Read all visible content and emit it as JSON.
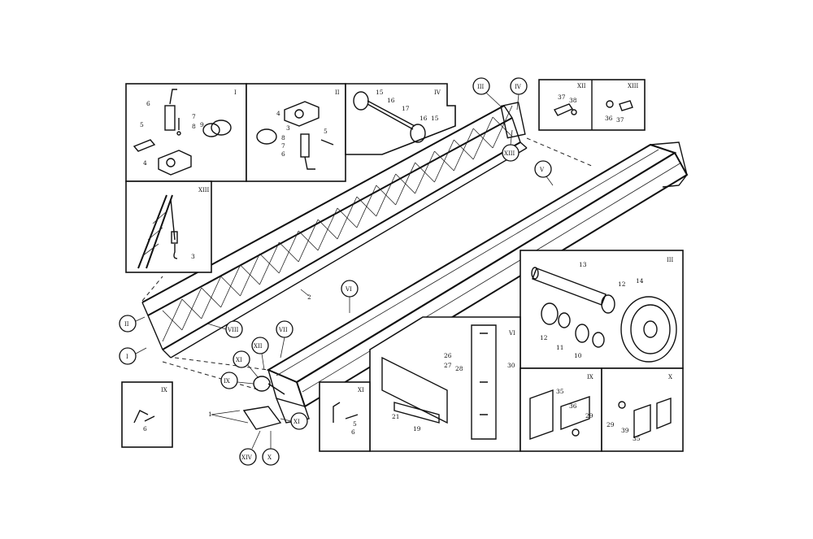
{
  "panels": {
    "p1": {
      "roman": "I",
      "labels": [
        "6",
        "7",
        "8",
        "9",
        "5",
        "4"
      ]
    },
    "p2": {
      "roman": "II",
      "labels": [
        "4",
        "8",
        "5",
        "7",
        "6",
        "3"
      ]
    },
    "p3": {
      "roman": "IV",
      "labels": [
        "15",
        "16",
        "17",
        "16",
        "15"
      ]
    },
    "p4": {
      "roman_a": "XII",
      "roman_b": "XIII",
      "labels": [
        "37",
        "38",
        "36",
        "37"
      ]
    },
    "p5": {
      "roman": "XIII",
      "labels": [
        "3"
      ]
    },
    "p6": {
      "roman": "III",
      "labels": [
        "13",
        "12",
        "14",
        "12",
        "11",
        "10"
      ]
    },
    "p7": {
      "roman": "VI",
      "labels": [
        "26",
        "27",
        "28",
        "30",
        "21",
        "19"
      ]
    },
    "p8": {
      "roman": "IX",
      "labels": [
        "35",
        "36",
        "29"
      ]
    },
    "p9": {
      "roman": "X",
      "labels": [
        "29",
        "39",
        "35"
      ]
    },
    "p10": {
      "roman": "XI",
      "labels": [
        "5",
        "6"
      ]
    },
    "p11": {
      "roman": "IX",
      "labels": [
        "6"
      ]
    }
  },
  "callouts": [
    "III",
    "IV",
    "XIII",
    "V",
    "VI",
    "VII",
    "XII",
    "VIII",
    "II",
    "I",
    "XI",
    "IX",
    "XI",
    "XIV",
    "X"
  ],
  "main_labels": {
    "boom_lattice": "2",
    "base_part": "1"
  }
}
